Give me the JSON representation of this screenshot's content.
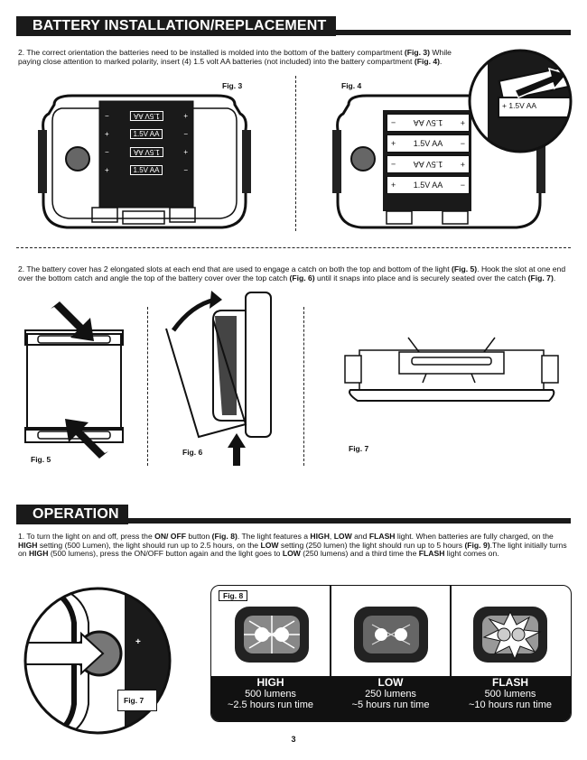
{
  "battery_section": {
    "title": "BATTERY INSTALLATION/REPLACEMENT",
    "para1": {
      "t1": "2. The correct orientation the batteries need to be installed is molded into the bottom of the battery compartment ",
      "b1": "(Fig. 3)",
      "t2": " While paying close attention to marked polarity, insert (4) 1.5 volt AA batteries (not included) into the battery compartment ",
      "b2": "(Fig. 4)",
      "t3": "."
    },
    "fig3_label": "Fig. 3",
    "fig4_label": "Fig. 4",
    "battery_label": "1.5V   AA",
    "battery_label_short": "1.5V",
    "battery_aa": "AA",
    "plus": "+",
    "minus": "−",
    "para2": {
      "t1": "2. The battery cover has 2 elongated slots at each end that are used to engage a catch on both the top and bottom of the light ",
      "b1": "(Fig. 5)",
      "t2": ". Hook the slot at one end over the bottom catch and angle the top of the battery cover over the top catch ",
      "b2": "(Fig. 6)",
      "t3": " until it snaps into place and is securely seated over the catch ",
      "b3": "(Fig. 7)",
      "t4": "."
    },
    "fig5_label": "Fig. 5",
    "fig6_label": "Fig. 6",
    "fig7_label": "Fig. 7"
  },
  "operation_section": {
    "title": "OPERATION",
    "para": {
      "t1": "1. To turn the light on and off, press the ",
      "b1": "ON/ OFF",
      "t2": " button ",
      "b2": "(Fig. 8)",
      "t3": ". The light features a ",
      "b3": "HIGH",
      "t4": ", ",
      "b4": "LOW",
      "t5": " and ",
      "b5": "FLASH",
      "t6": " light. When batteries are fully charged, on the ",
      "b6": "HIGH",
      "t7": " setting (500 Lumen), the light should run up to 2.5 hours, on the ",
      "b7": "LOW",
      "t8": " setting (250 lumen) the light should run up to 5 hours ",
      "b8": "(Fig. 9)",
      "t9": ".The light initially turns on ",
      "b9": "HIGH",
      "t10": " (500 lumens), press the ON/OFF button again and the light goes to ",
      "b10": "LOW",
      "t11": " (250 lumens) and a third time the ",
      "b11": "FLASH",
      "t12": " light comes on."
    },
    "fig7_label": "Fig. 7",
    "fig8_label": "Fig. 8",
    "modes": [
      {
        "mode": "HIGH",
        "lumens": "500 lumens",
        "runtime": "~2.5 hours run time"
      },
      {
        "mode": "LOW",
        "lumens": "250 lumens",
        "runtime": "~5 hours run time"
      },
      {
        "mode": "FLASH",
        "lumens": "500 lumens",
        "runtime": "~10 hours run time"
      }
    ]
  },
  "page_number": "3"
}
